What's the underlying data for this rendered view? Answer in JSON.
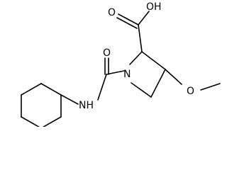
{
  "diagram": {
    "type": "skeletal-structure",
    "line_color": "#000000",
    "background_color": "#ffffff",
    "atom_labels": {
      "hydroxyl": "OH",
      "carbonyl_oxygen_acid": "O",
      "carbonyl_oxygen_amide": "O",
      "ring_nitrogen": "N",
      "amide_nh": "NH",
      "methoxy_oxygen": "O"
    }
  }
}
